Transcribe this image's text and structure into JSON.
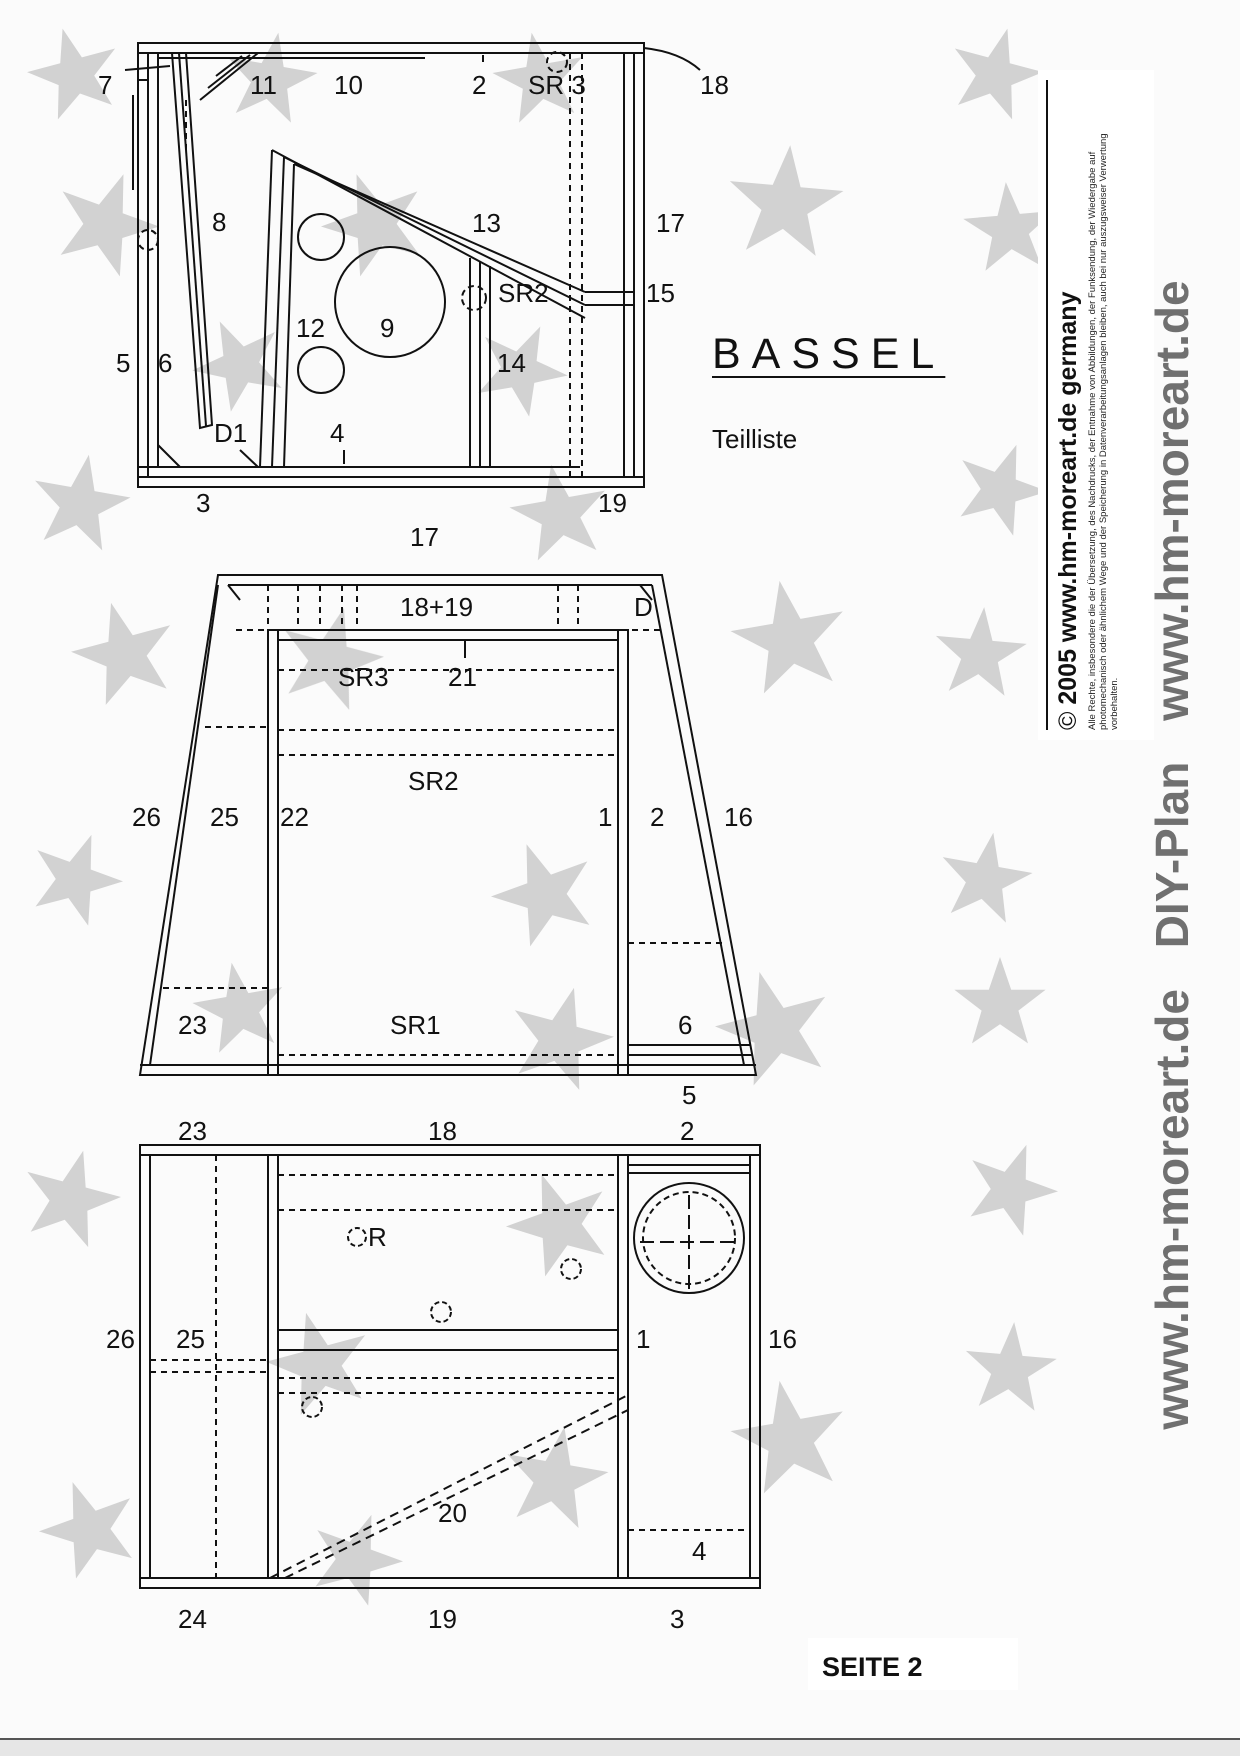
{
  "title": "BASSEL",
  "subtitle": "Teilliste",
  "page_label": "SEITE 2",
  "copyright": {
    "line1": "2005   www.hm-moreart.de  germany",
    "symbol": "©",
    "fine_print": "Alle Rechte, insbesondere die der Übersetzung, des Nachdrucks, der Entnahme von Abbildungen, der Funksendung, der Wiedergabe auf photomechanisch oder ähnlichem Wege und der Speicherung in Datenverarbeitungsanlagen bleiben, auch bei nur auszugsweiser Verwertung vorbehalten."
  },
  "branding": [
    "www.hm-moreart.de",
    "DIY-Plan",
    "www.hm-moreart.de"
  ],
  "colors": {
    "line": "#111111",
    "watermark_star": "#c4c4c4",
    "brand_text": "#707070",
    "background": "#fbfbfb"
  },
  "views": {
    "top": {
      "labels": [
        "7",
        "11",
        "10",
        "2",
        "SR 3",
        "18",
        "8",
        "13",
        "17",
        "SR2",
        "15",
        "12",
        "9",
        "5",
        "6",
        "14",
        "D1",
        "4",
        "3",
        "19"
      ]
    },
    "front": {
      "labels": [
        "17",
        "18+19",
        "D",
        "SR3",
        "21",
        "SR2",
        "26",
        "25",
        "22",
        "1",
        "2",
        "16",
        "23",
        "SR1",
        "6",
        "5"
      ]
    },
    "side": {
      "labels": [
        "23",
        "18",
        "2",
        "R",
        "26",
        "25",
        "1",
        "16",
        "20",
        "4",
        "24",
        "19",
        "3"
      ]
    }
  }
}
